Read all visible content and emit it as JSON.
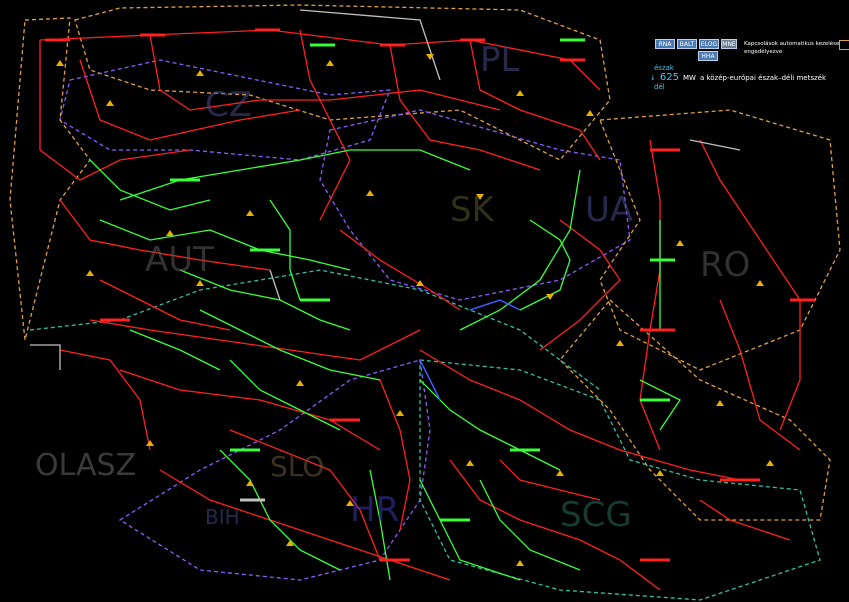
{
  "buttons": [
    {
      "label": "RNA"
    },
    {
      "label": "BALT"
    },
    {
      "label": "ELOG"
    },
    {
      "label": "MNE"
    },
    {
      "label": "HHA"
    }
  ],
  "legend": {
    "text": "Kapcsolások automatikus kezelése engedélyezve"
  },
  "flow": {
    "north": "észak",
    "south": "dél",
    "value": "625",
    "unit": "MW",
    "description": "a közép-európai észak–déli metszék"
  },
  "regions": [
    {
      "name": "PL"
    },
    {
      "name": "CZ"
    },
    {
      "name": "SK"
    },
    {
      "name": "UA"
    },
    {
      "name": "AUT"
    },
    {
      "name": "RO"
    },
    {
      "name": "OLASZ"
    },
    {
      "name": "SLO"
    },
    {
      "name": "HR"
    },
    {
      "name": "SCG"
    },
    {
      "name": "BIH"
    }
  ],
  "colors": {
    "background": "#000000",
    "line_high": "#ff2020",
    "line_mid": "#39ff39",
    "line_low": "#c0c0c0",
    "line_blue": "#3b5cff",
    "border_orange": "#e0a040",
    "border_purple": "#8a5cff",
    "border_teal": "#30c0a0",
    "region_text": "#5a5aa0",
    "arrow": "#e8b000"
  }
}
